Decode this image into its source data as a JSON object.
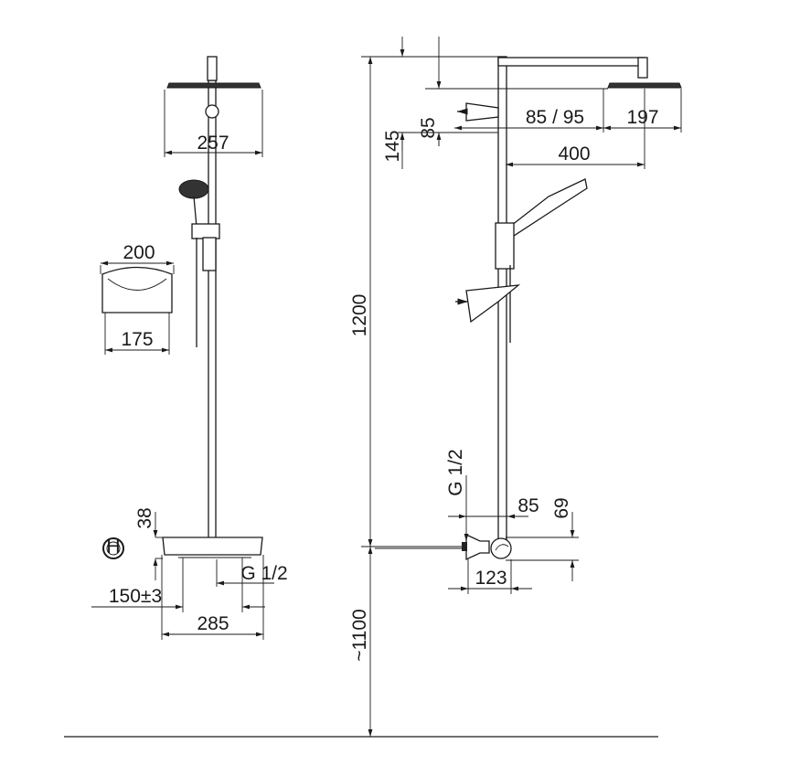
{
  "title": "Shower system dimension drawing",
  "front_view": {
    "head_width": "257",
    "soap_dish_top": "200",
    "soap_dish_bottom": "175",
    "thermostat_height": "38",
    "inlet_spacing": "150±3",
    "inlet_thread": "G 1/2",
    "thermostat_width": "285",
    "hot_symbol": "H"
  },
  "side_view": {
    "total_height": "1200",
    "floor_height": "~1100",
    "arm_offset_top": "145",
    "bracket_offset": "85",
    "bracket_depth": "85 / 95",
    "head_depth": "197",
    "arm_length": "400",
    "inlet_thread": "G 1/2",
    "inlet_depth": "85",
    "inlet_height": "69",
    "valve_depth": "123"
  }
}
